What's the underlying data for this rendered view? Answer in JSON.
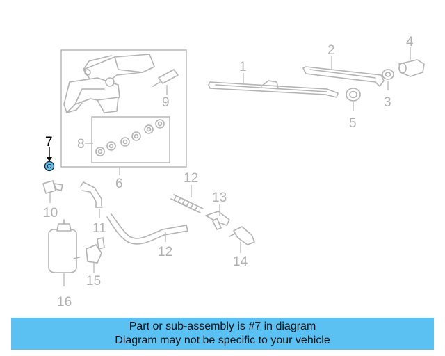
{
  "callouts": {
    "n1": "1",
    "n2": "2",
    "n3": "3",
    "n4": "4",
    "n5": "5",
    "n6": "6",
    "n7": "7",
    "n8": "8",
    "n9": "9",
    "n10": "10",
    "n11": "11",
    "n12a": "12",
    "n12b": "12",
    "n13": "13",
    "n14": "14",
    "n15": "15",
    "n16": "16"
  },
  "highlight": {
    "color": "#5bc0f2"
  },
  "banner": {
    "line1": "Part or sub-assembly is #7 in diagram",
    "line2": "Diagram may not be specific to your vehicle",
    "color": "#5bc0f2"
  }
}
